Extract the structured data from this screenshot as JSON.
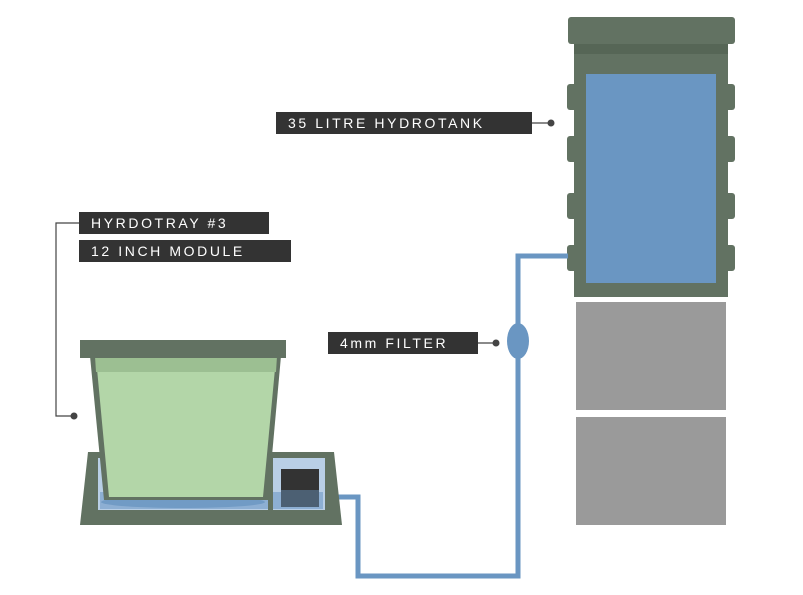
{
  "labels": {
    "tank": "35 LITRE HYDROTANK",
    "tray_title": "HYRDOTRAY #3",
    "tray_module": "12 INCH MODULE",
    "filter": "4mm FILTER"
  },
  "colors": {
    "frame_green": "#627262",
    "water_blue": "#6a96c2",
    "pipe_blue": "#6a96c2",
    "tray_fill_green": "#b3d6a8",
    "tray_fill_green_top": "#9cbf92",
    "reservoir_blue": "#b9cfe6",
    "stand_gray": "#9a9a9a",
    "label_bg": "#333333",
    "label_text": "#ffffff",
    "leader_line": "#444444",
    "pump_dark": "#333333"
  }
}
